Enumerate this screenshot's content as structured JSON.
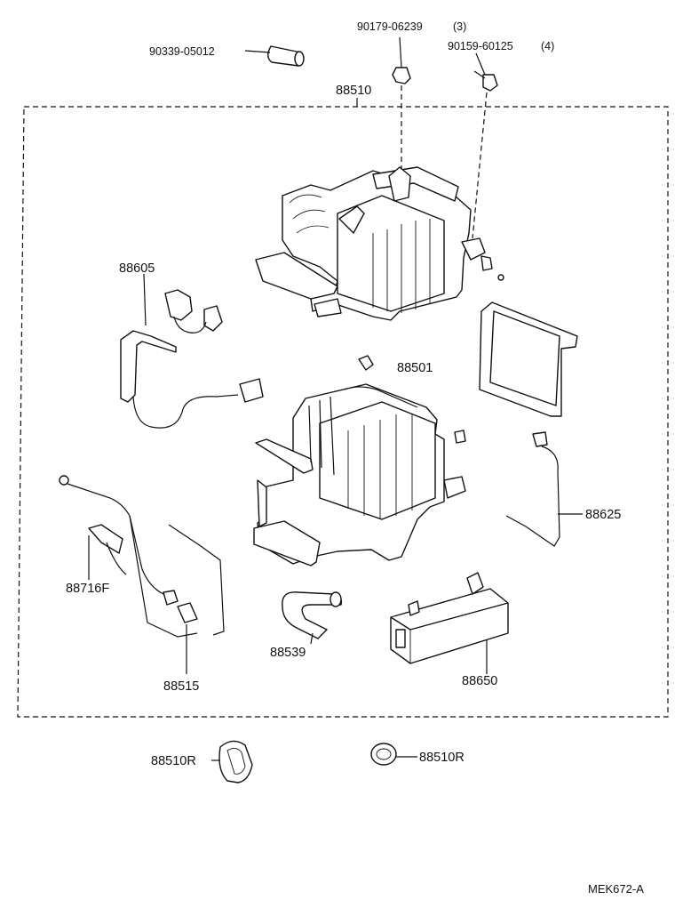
{
  "parts": {
    "p90339": "90339-05012",
    "p90179": "90179-06239",
    "p90179_qty": "(3)",
    "p90159": "90159-60125",
    "p90159_qty": "(4)",
    "p88510": "88510",
    "p88605": "88605",
    "p88501": "88501",
    "p88625": "88625",
    "p88716F": "88716F",
    "p88539": "88539",
    "p88515": "88515",
    "p88650": "88650",
    "p88510R_left": "88510R",
    "p88510R_right": "88510R"
  },
  "drawing_code": "MEK672-A"
}
